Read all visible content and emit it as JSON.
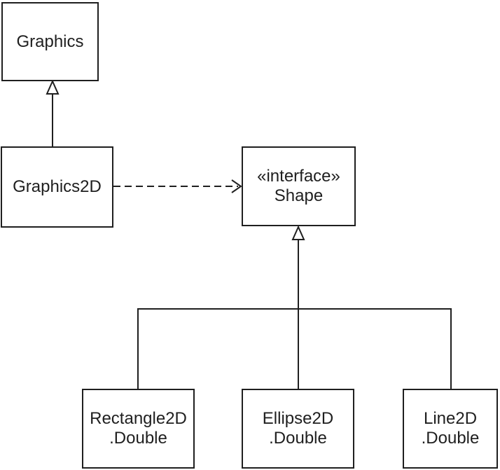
{
  "diagram": {
    "kind": "uml-class-diagram",
    "colors": {
      "line": "#1f1f1f",
      "text": "#1f1f1f",
      "background": "#ffffff",
      "box_fill": "#ffffff"
    },
    "boxes": {
      "graphics": {
        "label": "Graphics"
      },
      "graphics2d": {
        "label": "Graphics2D"
      },
      "shape": {
        "stereotype": "«interface»",
        "label": "Shape"
      },
      "rectangle2d": {
        "label": "Rectangle2D",
        "sublabel": ".Double"
      },
      "ellipse2d": {
        "label": "Ellipse2D",
        "sublabel": ".Double"
      },
      "line2d": {
        "label": "Line2D",
        "sublabel": ".Double"
      }
    },
    "relationships": [
      {
        "from": "Graphics2D",
        "to": "Graphics",
        "type": "generalization",
        "line_style": "solid",
        "arrowhead": "hollow-triangle"
      },
      {
        "from": "Graphics2D",
        "to": "Shape",
        "type": "dependency",
        "line_style": "dashed",
        "arrowhead": "open"
      },
      {
        "from": "Rectangle2D.Double",
        "to": "Shape",
        "type": "realization",
        "line_style": "solid",
        "arrowhead": "hollow-triangle"
      },
      {
        "from": "Ellipse2D.Double",
        "to": "Shape",
        "type": "realization",
        "line_style": "solid",
        "arrowhead": "hollow-triangle"
      },
      {
        "from": "Line2D.Double",
        "to": "Shape",
        "type": "realization",
        "line_style": "solid",
        "arrowhead": "hollow-triangle"
      }
    ]
  }
}
